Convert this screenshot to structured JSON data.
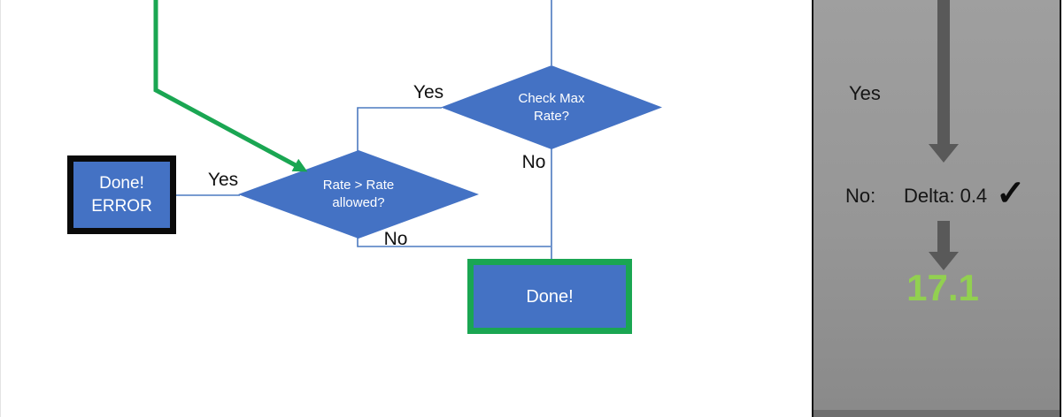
{
  "flowchart": {
    "check_max_diamond": {
      "line1": "Check Max",
      "line2": "Rate?"
    },
    "rate_diamond": {
      "line1": "Rate > Rate",
      "line2": "allowed?"
    },
    "done_error_box": {
      "line1": "Done!",
      "line2": "ERROR"
    },
    "done_box": {
      "label": "Done!"
    },
    "branch_labels": {
      "check_max_yes": "Yes",
      "check_max_no": "No",
      "rate_yes": "Yes",
      "rate_no": "No"
    }
  },
  "side_panel": {
    "yes_label": "Yes",
    "no_label": "No:",
    "delta_text": "Delta: 0.4",
    "check_icon": "✓",
    "result_value": "17.1"
  },
  "colors": {
    "shape_blue": "#4472c4",
    "flow_green": "#1aa652",
    "result_green": "#92d050",
    "arrow_gray": "#595959",
    "panel_gray": "#989898"
  }
}
